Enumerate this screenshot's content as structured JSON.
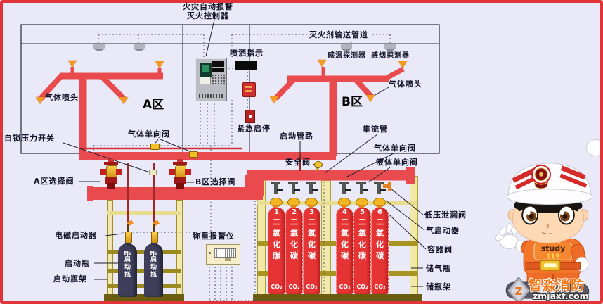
{
  "colors": {
    "pipe_red": "#e94a4e",
    "cylinder_red": "#e63434",
    "rack_yellow": "#f2e9a8",
    "rack_olive": "#9a8a20",
    "bottle_navy": "#3e3e5a",
    "brand_orange": "#f07818",
    "border_red": "#e13438",
    "background": "#e9e9f7"
  },
  "labels": {
    "controller_line1": "火灾自动报警",
    "controller_line2": "灭火控制器",
    "agent_pipe": "灭火剂输送管道",
    "spray_indicator": "喷洒指示",
    "heat_detector": "感温探测器",
    "smoke_detector": "感烟探测器",
    "nozzle_a": "气体喷头",
    "nozzle_b": "气体喷头",
    "zone_a": "A区",
    "zone_b": "B区",
    "pressure_switch": "自锁压力开关",
    "gas_check_left": "气体单向阀",
    "emergency_stop": "紧急启停",
    "start_pipe": "启动管路",
    "manifold": "集流管",
    "gas_check_right": "气体单向阀",
    "liquid_check": "液体单向阀",
    "safety_valve": "安全阀",
    "selector_a": "A区选择阀",
    "selector_b": "B区选择阀",
    "solenoid_starter": "电磁启动器",
    "weighing_alarm": "称重报警仪",
    "start_bottle": "启动瓶",
    "start_bottle_rack": "启动瓶架",
    "low_pressure_leak_valve": "低压泄漏阀",
    "gas_starter": "气启动器",
    "container_valve": "容器阀",
    "gas_storage_bottle": "储气瓶",
    "storage_bottle_rack": "储瓶架"
  },
  "cylinders": {
    "numbers": [
      "1",
      "2",
      "3",
      "4",
      "5",
      "6"
    ],
    "chars": [
      "二",
      "氧",
      "化",
      "碳"
    ],
    "co2_label": "CO₂"
  },
  "n2": {
    "label_n2": "N₂",
    "chars": [
      "启",
      "动",
      "瓶"
    ]
  },
  "mascot": {
    "patch_study": "study",
    "patch_119": "119"
  },
  "logo": {
    "brand": "智淼消防",
    "site": "zmjaxf.com"
  }
}
